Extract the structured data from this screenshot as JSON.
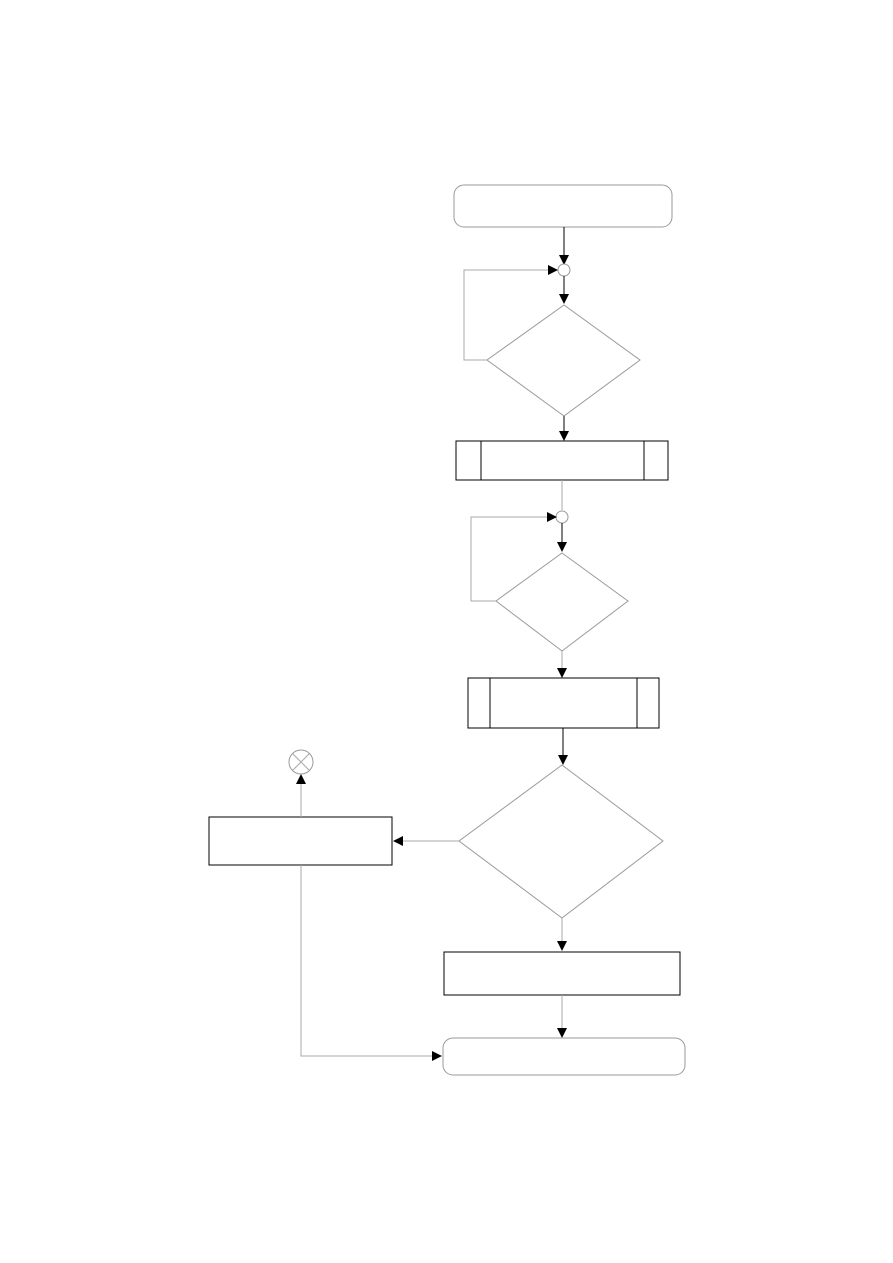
{
  "diagram": {
    "type": "flowchart",
    "nodes": [
      {
        "id": "start",
        "shape": "terminator",
        "text": ""
      },
      {
        "id": "connector-1",
        "shape": "connector",
        "text": ""
      },
      {
        "id": "decision-1",
        "shape": "decision",
        "text": ""
      },
      {
        "id": "process-1",
        "shape": "predefined-process",
        "text": ""
      },
      {
        "id": "connector-2",
        "shape": "connector",
        "text": ""
      },
      {
        "id": "decision-2",
        "shape": "decision",
        "text": ""
      },
      {
        "id": "process-2",
        "shape": "predefined-process",
        "text": ""
      },
      {
        "id": "decision-3",
        "shape": "decision",
        "text": ""
      },
      {
        "id": "process-3",
        "shape": "process",
        "text": ""
      },
      {
        "id": "process-4",
        "shape": "process",
        "text": ""
      },
      {
        "id": "stop",
        "shape": "summing-junction",
        "text": ""
      },
      {
        "id": "end",
        "shape": "terminator",
        "text": ""
      }
    ],
    "edges": [
      {
        "from": "start",
        "to": "connector-1"
      },
      {
        "from": "connector-1",
        "to": "decision-1"
      },
      {
        "from": "decision-1",
        "to": "connector-1",
        "kind": "loop-back"
      },
      {
        "from": "decision-1",
        "to": "process-1"
      },
      {
        "from": "process-1",
        "to": "connector-2"
      },
      {
        "from": "connector-2",
        "to": "decision-2"
      },
      {
        "from": "decision-2",
        "to": "connector-2",
        "kind": "loop-back"
      },
      {
        "from": "decision-2",
        "to": "process-2"
      },
      {
        "from": "process-2",
        "to": "decision-3"
      },
      {
        "from": "decision-3",
        "to": "process-4"
      },
      {
        "from": "decision-3",
        "to": "process-3"
      },
      {
        "from": "process-4",
        "to": "stop"
      },
      {
        "from": "process-4",
        "to": "end"
      },
      {
        "from": "process-3",
        "to": "end"
      }
    ]
  }
}
